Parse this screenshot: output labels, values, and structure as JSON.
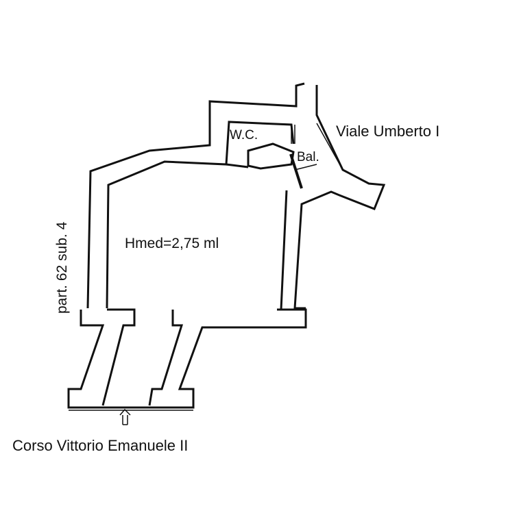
{
  "labels": {
    "room_height": "Hmed=2,75 ml",
    "wc": "W.C.",
    "balcony": "Bal.",
    "street_top": "Viale Umberto I",
    "street_bottom": "Corso Vittorio Emanuele II",
    "neighbour": "part. 62 sub. 4"
  },
  "colors": {
    "line": "#111111",
    "background": "#ffffff"
  },
  "icons": {
    "entrance": "arrow-up-icon"
  }
}
